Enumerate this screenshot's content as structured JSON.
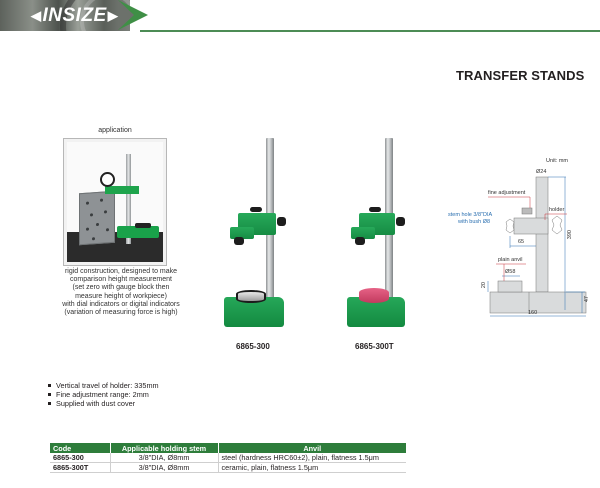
{
  "header": {
    "brand": "INSIZE",
    "colors": {
      "accent_green": "#3f8f46",
      "rule_green": "#4c8c55",
      "table_header_green": "#2e7d3b"
    }
  },
  "page": {
    "title": "TRANSFER STANDS"
  },
  "application": {
    "caption": "application",
    "description": [
      "rigid construction, designed to make",
      "comparison height measurement",
      "(set zero with gauge block then",
      "measure height of workpiece)",
      "with dial indicators or digital indicators",
      "(variation of measuring force is high)"
    ]
  },
  "products": [
    {
      "code": "6865-300",
      "anvil_color": "#2a2a2a"
    },
    {
      "code": "6865-300T",
      "anvil_color": "#d8496e"
    }
  ],
  "drawing": {
    "unit": "Unit: mm",
    "labels": {
      "column_dia": "Ø24",
      "fine_adjustment": "fine adjustment",
      "holder": "holder",
      "stem_hole_line1": "stem hole 3/8\"DIA",
      "stem_hole_line2": "with bush Ø8",
      "plain_anvil": "plain anvil",
      "anvil_dia": "Ø58"
    },
    "dimensions": {
      "reach": "65",
      "height": "390",
      "anvil_height": "20",
      "base_height": "47",
      "base_width": "160"
    }
  },
  "features": [
    "Vertical travel of holder: 335mm",
    "Fine adjustment range: 2mm",
    "Supplied with dust cover"
  ],
  "table": {
    "headers": [
      "Code",
      "Applicable holding stem",
      "Anvil"
    ],
    "rows": [
      [
        "6865-300",
        "3/8\"DIA, Ø8mm",
        "steel (hardness HRC60±2), plain, flatness 1.5μm"
      ],
      [
        "6865-300T",
        "3/8\"DIA, Ø8mm",
        "ceramic, plain, flatness 1.5μm"
      ]
    ]
  }
}
